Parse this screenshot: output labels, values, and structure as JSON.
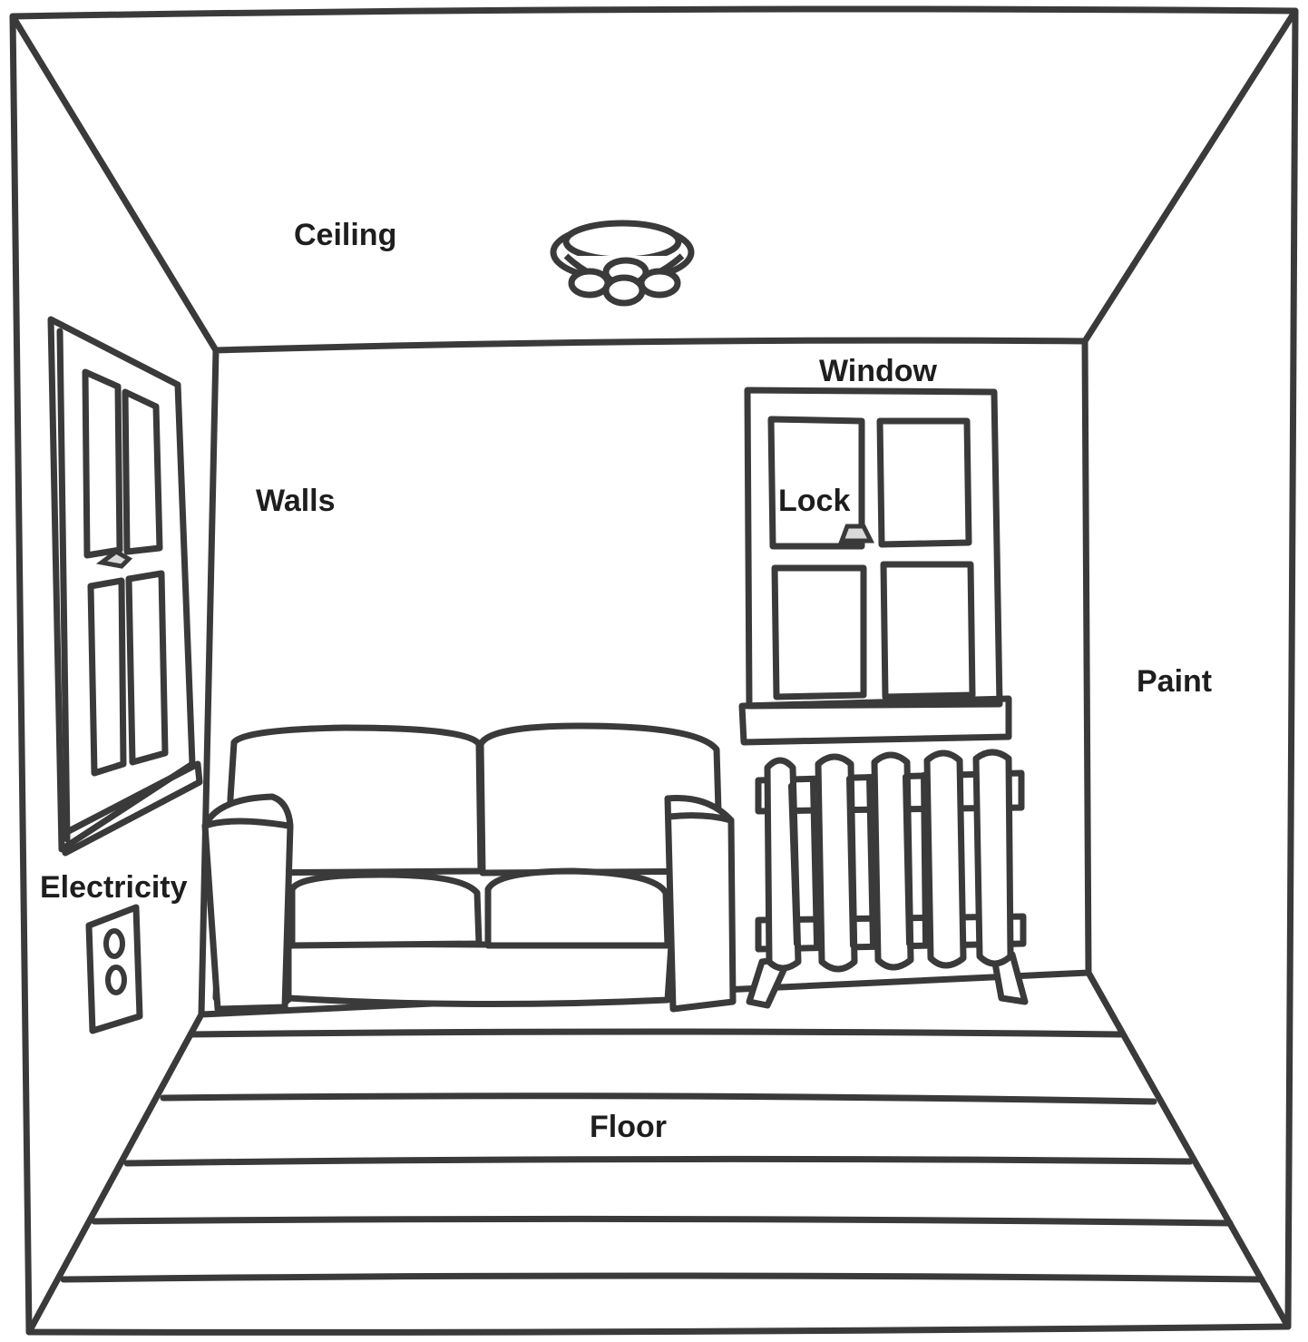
{
  "labels": {
    "ceiling": "Ceiling",
    "window": "Window",
    "walls": "Walls",
    "lock": "Lock",
    "paint": "Paint",
    "electricity": "Electricity",
    "floor": "Floor"
  }
}
